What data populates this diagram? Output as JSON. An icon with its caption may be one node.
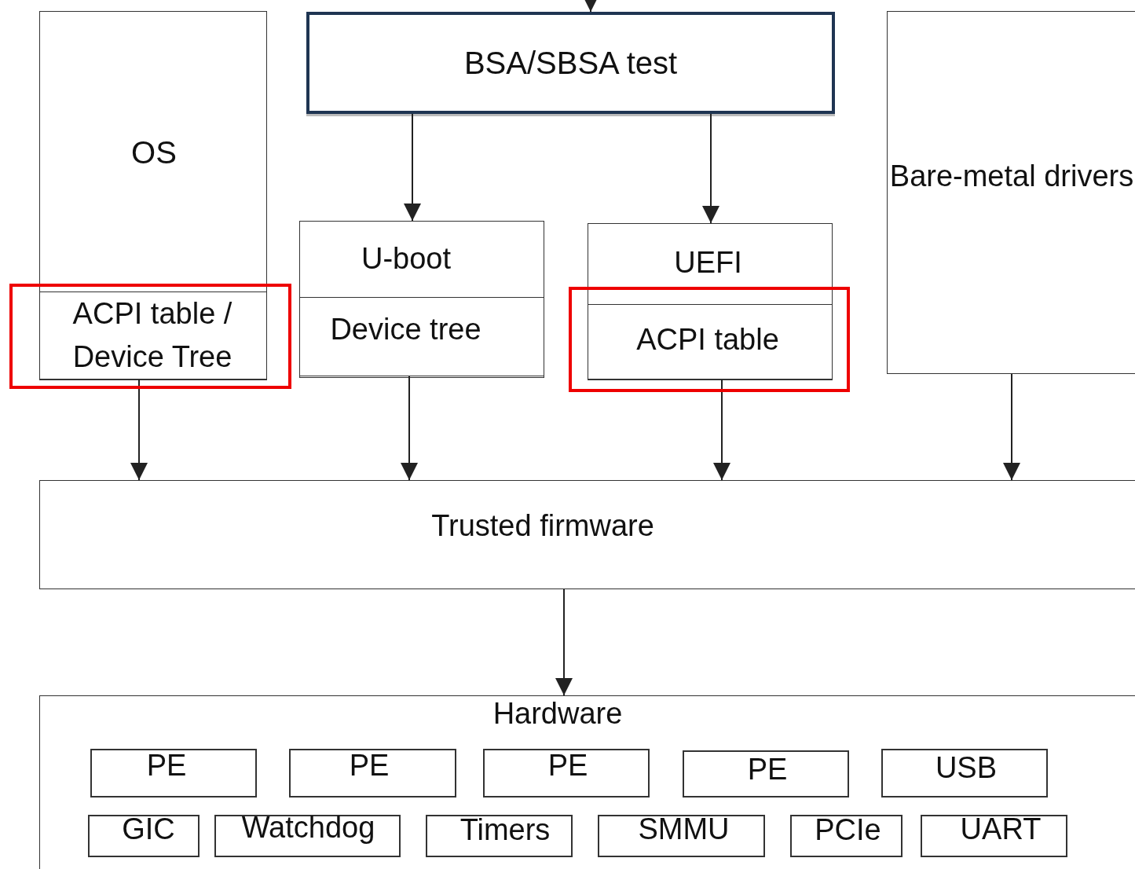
{
  "diagram": {
    "nodes": [
      {
        "text": [
          "OS"
        ]
      },
      {
        "text": [
          "ACPI table / Device Tree"
        ],
        "in": 0
      },
      {
        "text": [
          "BSA/SBSA test"
        ]
      },
      {
        "text": [
          "U-boot"
        ]
      },
      {
        "text": [
          "Device tree"
        ],
        "in": 3
      },
      {
        "text": [
          "UEFI"
        ]
      },
      {
        "text": [
          "ACPI table"
        ],
        "in": 5
      },
      {
        "text": [
          "Bare-metal drivers"
        ]
      },
      {
        "text": [
          "Trusted firmware"
        ]
      },
      {
        "text": [
          "Hardware"
        ]
      },
      {
        "text": [
          "PE"
        ],
        "in": 9
      },
      {
        "text": [
          "PE"
        ],
        "in": 9
      },
      {
        "text": [
          "PE"
        ],
        "in": 9
      },
      {
        "text": [
          "PE"
        ],
        "in": 9
      },
      {
        "text": [
          "USB"
        ],
        "in": 9
      },
      {
        "text": [
          "GIC"
        ],
        "in": 9
      },
      {
        "text": [
          "Watchdog"
        ],
        "in": 9
      },
      {
        "text": [
          "Timers"
        ],
        "in": 9
      },
      {
        "text": [
          "SMMU"
        ],
        "in": 9
      },
      {
        "text": [
          "PCIe"
        ],
        "in": 9
      },
      {
        "text": [
          "UART"
        ],
        "in": 9
      }
    ],
    "edges": [
      {
        "from": null,
        "to": 2,
        "arrow": "to"
      },
      {
        "from": 2,
        "to": 3,
        "arrow": "to"
      },
      {
        "from": 2,
        "to": 5,
        "arrow": "to"
      },
      {
        "from": 1,
        "to": 8,
        "arrow": "to"
      },
      {
        "from": 4,
        "to": 8,
        "arrow": "to"
      },
      {
        "from": 6,
        "to": 8,
        "arrow": "to"
      },
      {
        "from": 7,
        "to": 8,
        "arrow": "to"
      },
      {
        "from": 8,
        "to": 9,
        "arrow": "to"
      }
    ]
  }
}
